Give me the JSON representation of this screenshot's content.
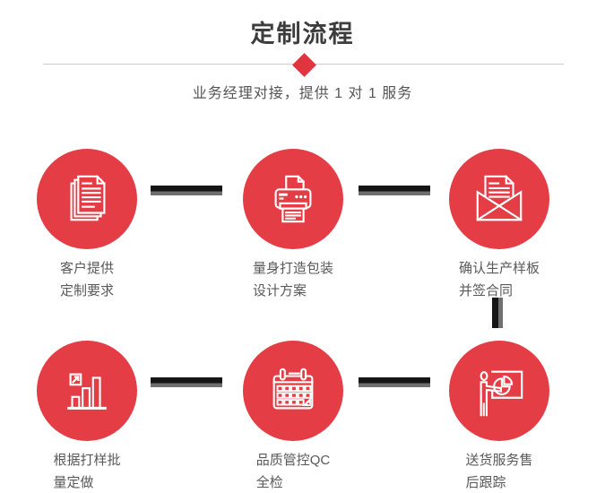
{
  "header": {
    "title": "定制流程",
    "subtitle": "业务经理对接，提供 1 对 1 服务"
  },
  "colors": {
    "accent_red": "#e43d45",
    "diamond_red": "#e0353f",
    "title_text": "#3d3d3d",
    "body_text": "#595959",
    "divider_line": "#cccccc",
    "connector_dark": "#161616",
    "connector_gray": "#6f6f6f"
  },
  "steps": [
    {
      "icon": "documents-icon",
      "label_lines": [
        "客户提供",
        "定制要求"
      ]
    },
    {
      "icon": "printer-icon",
      "label_lines": [
        "量身打造包装",
        "设计方案"
      ]
    },
    {
      "icon": "open-envelope-icon",
      "label_lines": [
        "确认生产样板",
        "并签合同"
      ]
    },
    {
      "icon": "bar-chart-icon",
      "label_lines": [
        "根据打样批",
        "量定做"
      ]
    },
    {
      "icon": "calendar-icon",
      "label_lines": [
        "品质管控QC",
        "全检"
      ]
    },
    {
      "icon": "presentation-icon",
      "label_lines": [
        "送货服务售",
        "后跟踪"
      ]
    }
  ]
}
